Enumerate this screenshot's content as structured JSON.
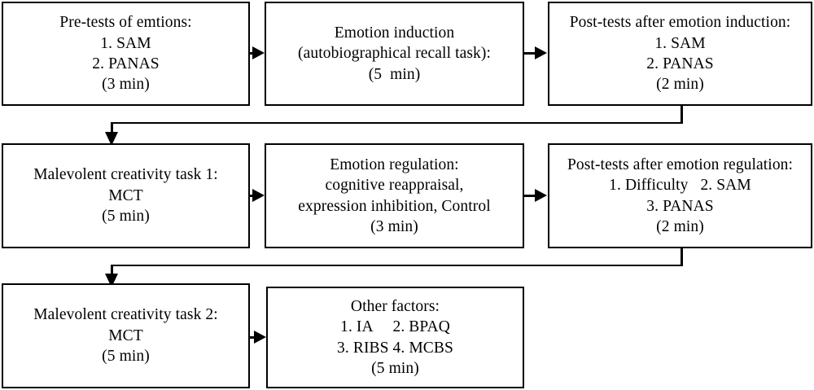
{
  "diagram": {
    "title": "Experimental procedure flowchart",
    "line_color": "#000000",
    "box_fill": "#ffffff",
    "background": "#ffffff"
  },
  "boxes": {
    "pretests": {
      "name": "Pre-tests of emotions",
      "lines": [
        "Pre-tests of emtions:",
        "1. SAM",
        "2. PANAS",
        "(3 min)"
      ]
    },
    "induction": {
      "name": "Emotion induction",
      "lines": [
        "Emotion induction",
        "(autobiographical recall task):",
        "(5  min)"
      ]
    },
    "postinduction": {
      "name": "Post-tests after emotion induction",
      "lines": [
        "Post-tests after emotion induction:",
        "1. SAM",
        "2. PANAS",
        "(2 min)"
      ]
    },
    "mct1": {
      "name": "Malevolent creativity task 1",
      "lines": [
        "Malevolent creativity task 1:",
        "MCT",
        "(5 min)"
      ]
    },
    "regulation": {
      "name": "Emotion regulation",
      "lines": [
        "Emotion regulation:",
        "cognitive reappraisal,",
        "expression inhibition, Control",
        "(3 min)"
      ]
    },
    "postregulation": {
      "name": "Post-tests after emotion regulation",
      "lines": [
        "Post-tests after emotion regulation:",
        "1. Difficulty   2. SAM",
        "3. PANAS",
        "(2 min)"
      ]
    },
    "mct2": {
      "name": "Malevolent creativity task 2",
      "lines": [
        "Malevolent creativity task 2:",
        "MCT",
        "(5 min)"
      ]
    },
    "otherfactors": {
      "name": "Other factors",
      "lines": [
        "Other factors:",
        "1. IA     2. BPAQ",
        "3. RIBS 4. MCBS",
        "(5 min)"
      ]
    }
  },
  "connectors": [
    {
      "id": "pretests-induction",
      "type": "arrow-right",
      "from": "pretests",
      "to": "induction"
    },
    {
      "id": "induction-postinduction",
      "type": "arrow-right",
      "from": "induction",
      "to": "postinduction"
    },
    {
      "id": "row1-row2",
      "type": "elbow-down-left",
      "from": "postinduction",
      "to": "mct1"
    },
    {
      "id": "mct1-regulation",
      "type": "arrow-right",
      "from": "mct1",
      "to": "regulation"
    },
    {
      "id": "regulation-postregulation",
      "type": "arrow-right",
      "from": "regulation",
      "to": "postregulation"
    },
    {
      "id": "row2-row3",
      "type": "elbow-down-left",
      "from": "postregulation",
      "to": "mct2"
    },
    {
      "id": "mct2-otherfactors",
      "type": "arrow-right",
      "from": "mct2",
      "to": "otherfactors"
    }
  ]
}
